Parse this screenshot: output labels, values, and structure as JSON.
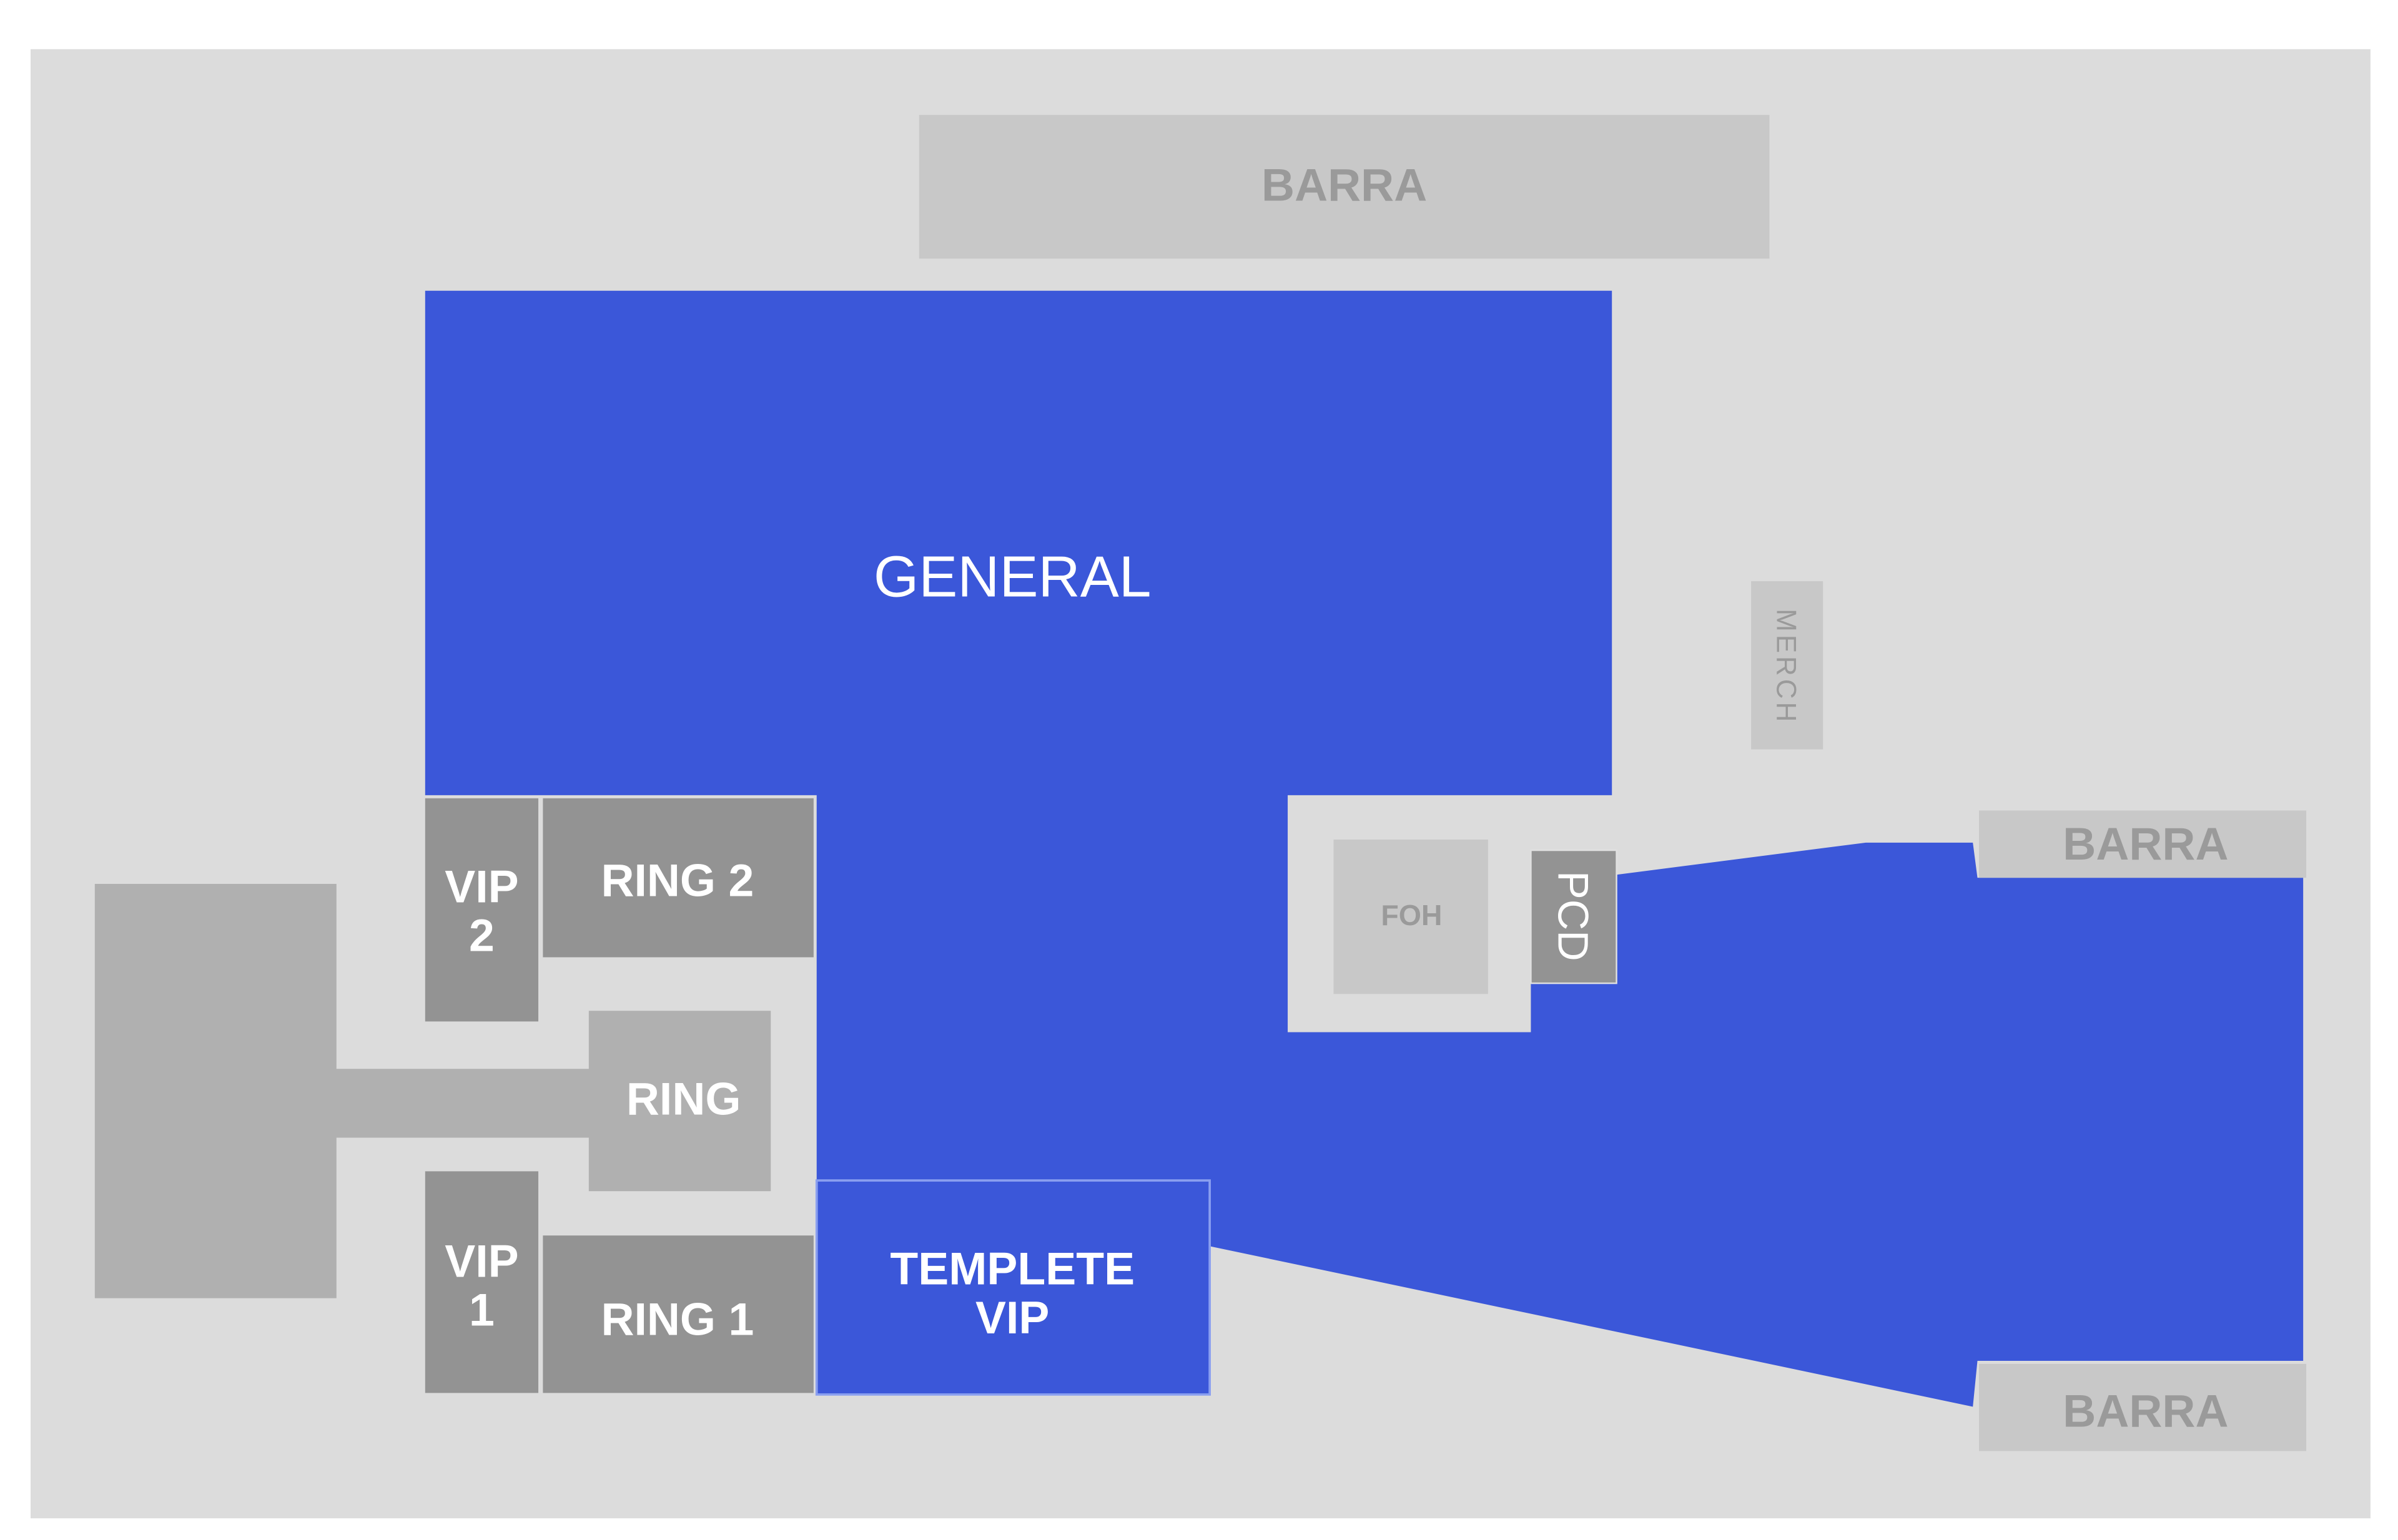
{
  "colors": {
    "background": "#dcdcdc",
    "available": "#3b57d9",
    "unavailable": "#939393",
    "stage": "#b0b0b0",
    "facility": "#c8c8c8"
  },
  "sections": {
    "general": "GENERAL",
    "templete_vip_line1": "TEMPLETE",
    "templete_vip_line2": "VIP",
    "vip2_line1": "VIP",
    "vip2_line2": "2",
    "vip1_line1": "VIP",
    "vip1_line2": "1",
    "ring2": "RING 2",
    "ring1": "RING 1",
    "ring": "RING"
  },
  "facilities": {
    "barra_top": "BARRA",
    "barra_right": "BARRA",
    "barra_bottom": "BARRA",
    "foh": "FOH",
    "pcd": "PCD",
    "merch": "MERCH"
  }
}
